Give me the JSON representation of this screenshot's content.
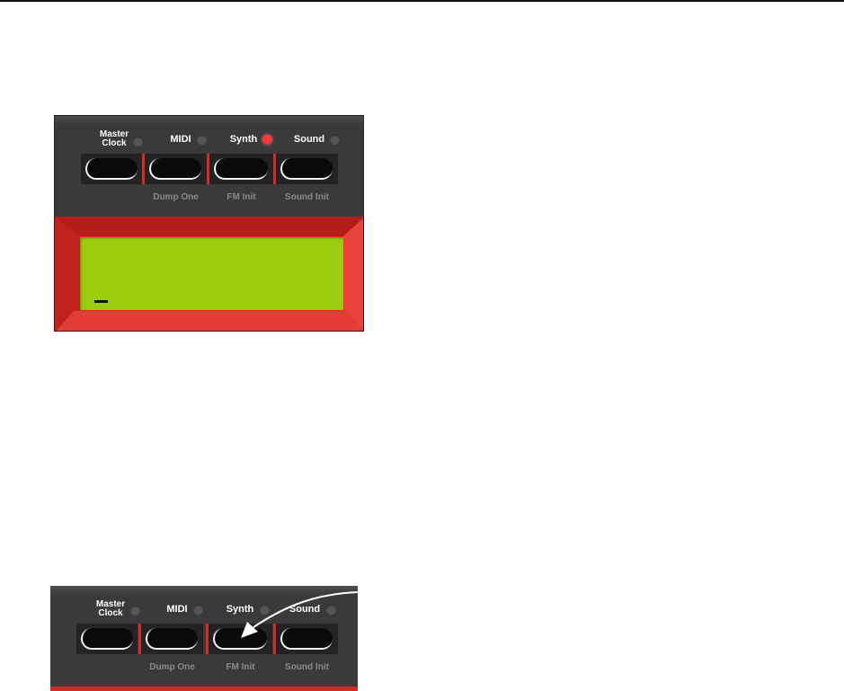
{
  "panel_top": {
    "sections": [
      {
        "label": "Master\nClock",
        "led_on": false,
        "sub_label": ""
      },
      {
        "label": "MIDI",
        "led_on": false,
        "sub_label": "Dump One"
      },
      {
        "label": "Synth",
        "led_on": true,
        "sub_label": "FM Init"
      },
      {
        "label": "Sound",
        "led_on": false,
        "sub_label": "Sound Init"
      }
    ],
    "display": {
      "cursor": "_"
    }
  },
  "panel_bottom": {
    "sections": [
      {
        "label": "Master\nClock",
        "led_on": false,
        "sub_label": ""
      },
      {
        "label": "MIDI",
        "led_on": false,
        "sub_label": "Dump One"
      },
      {
        "label": "Synth",
        "led_on": false,
        "sub_label": "FM Init"
      },
      {
        "label": "Sound",
        "led_on": false,
        "sub_label": "Sound Init"
      }
    ]
  },
  "colors": {
    "panel": "#3a3a3c",
    "accent_red": "#d42a28",
    "led_on": "#ff3b3b",
    "lcd": "#9bcc0f",
    "sub_label": "#8a8a8e"
  },
  "icons": {
    "led": "round-indicator",
    "arrow": "curved-pointer-arrow"
  }
}
